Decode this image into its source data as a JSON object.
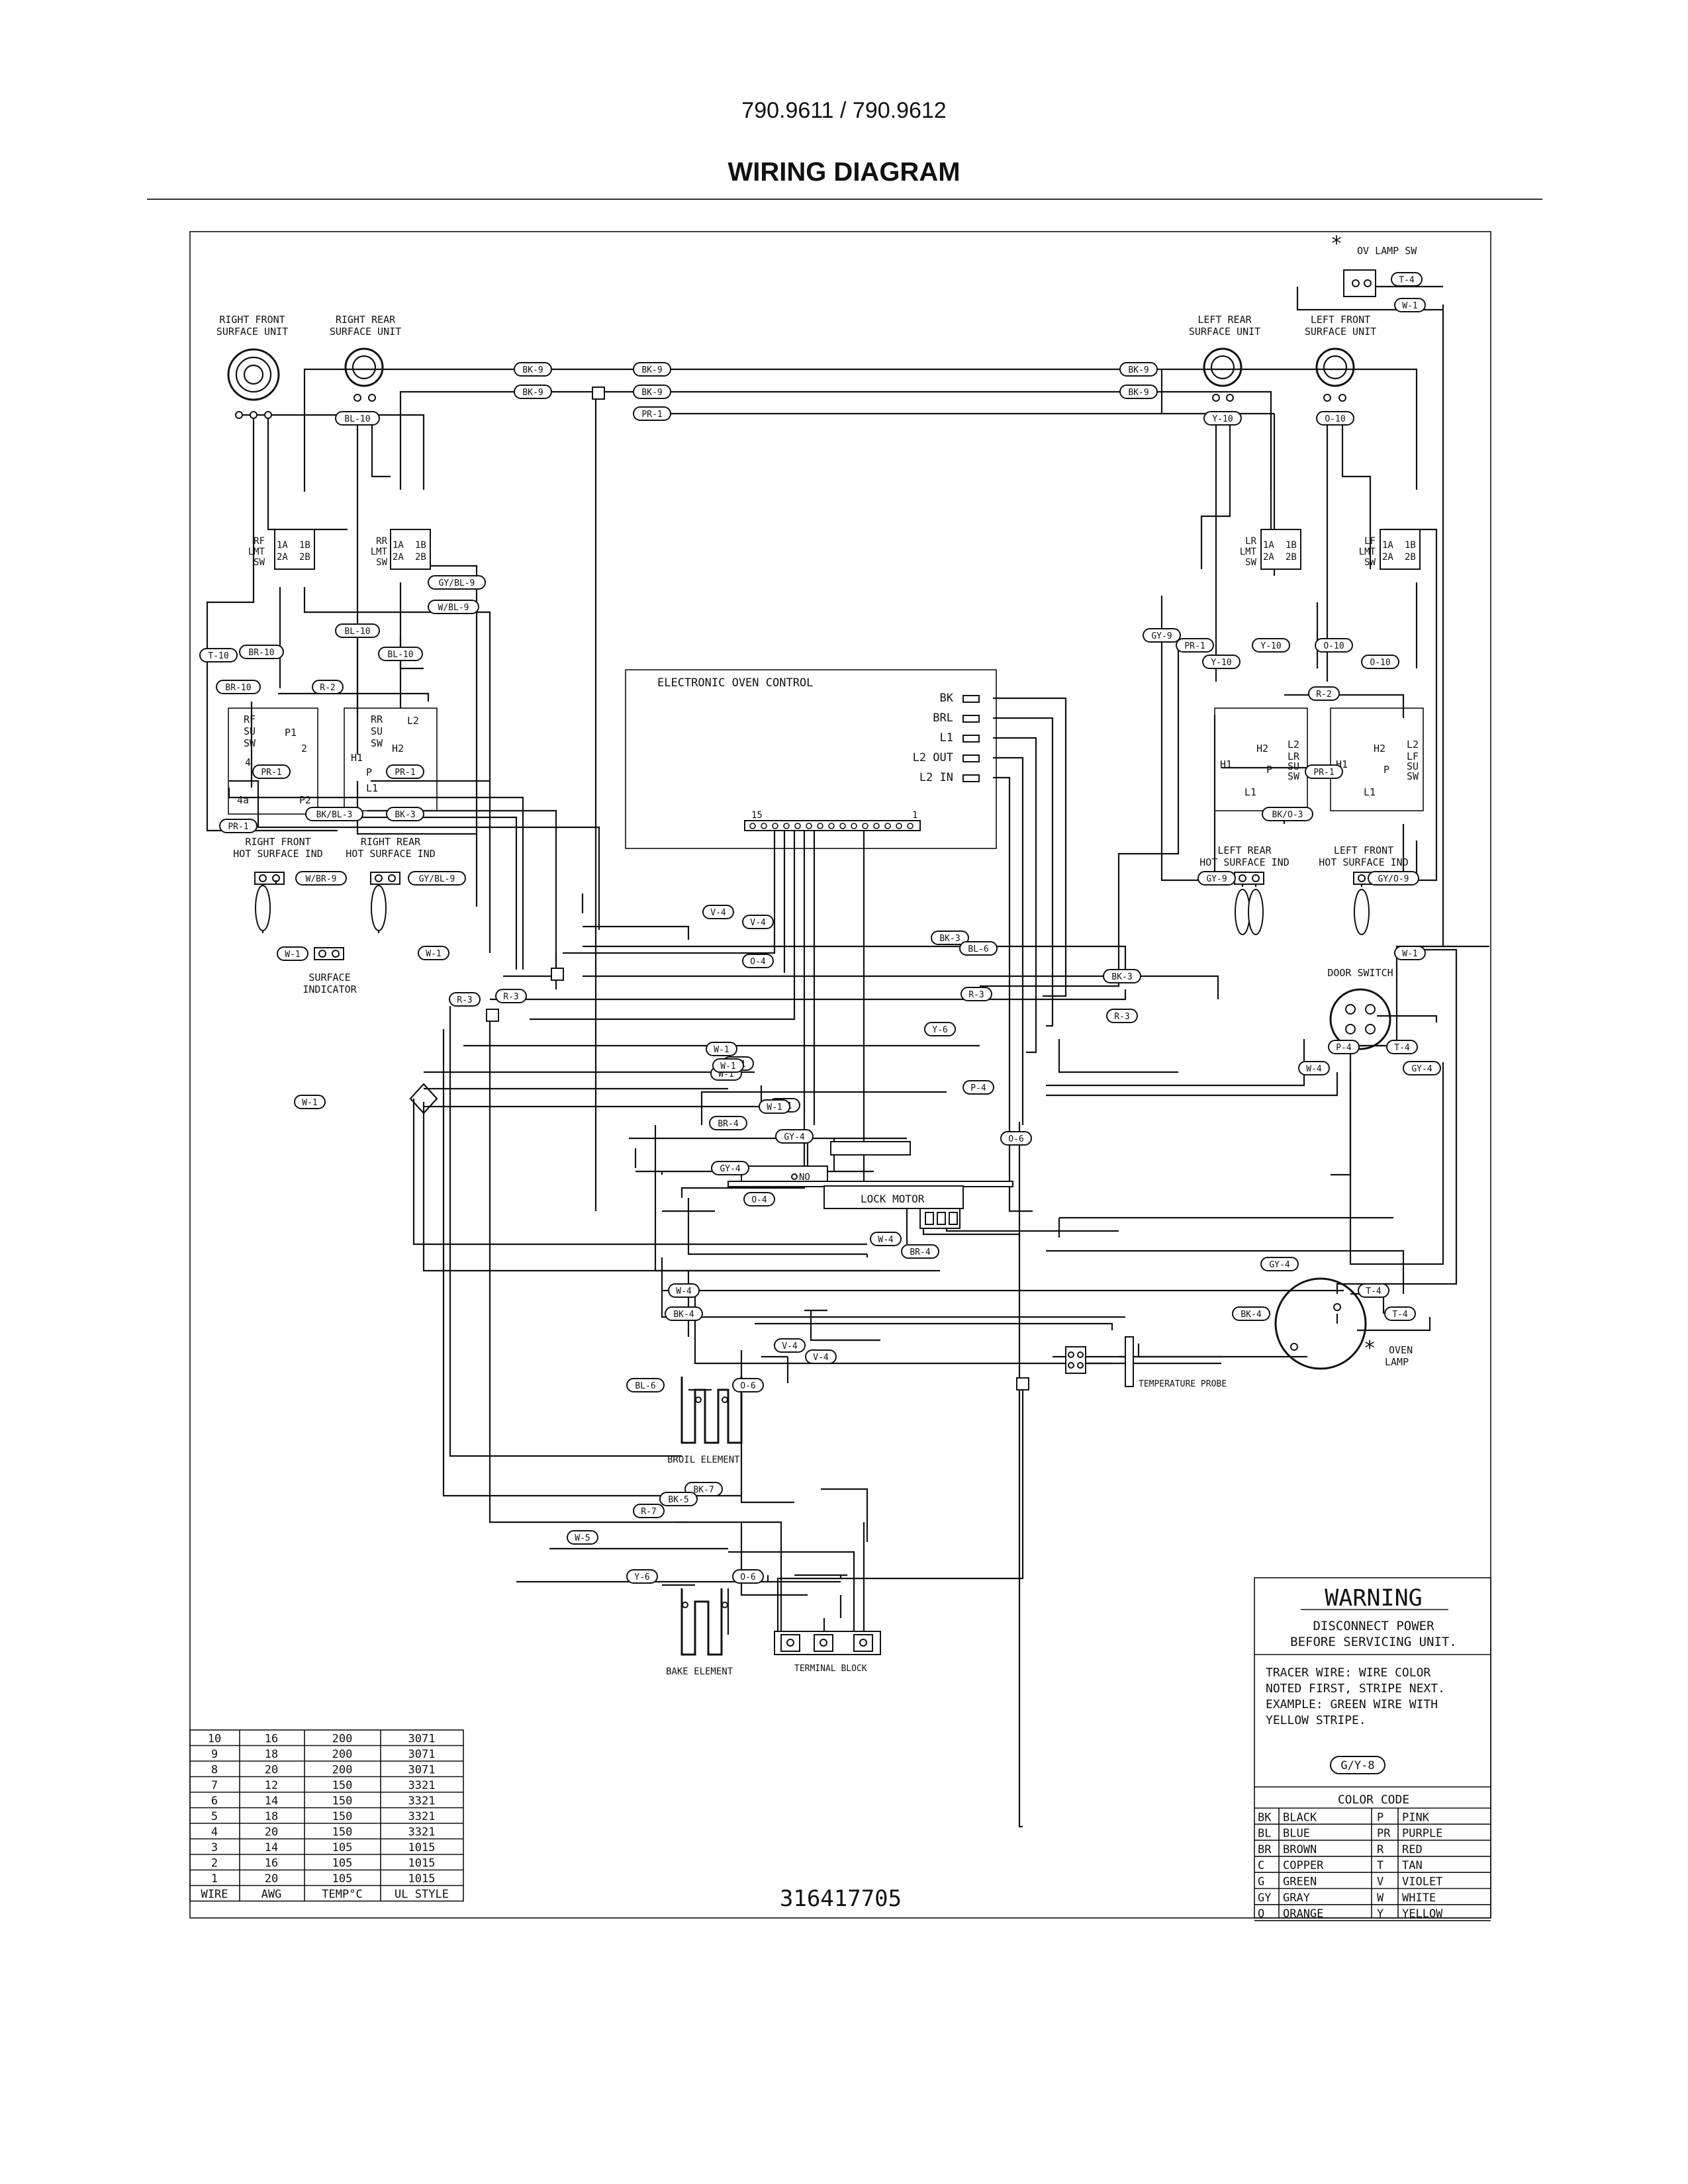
{
  "header": {
    "model": "790.9611 / 790.9612",
    "title": "WIRING DIAGRAM"
  },
  "components": {
    "ov_lamp_sw": "OV LAMP SW",
    "right_front_su": [
      "RIGHT FRONT",
      "SURFACE UNIT"
    ],
    "right_rear_su": [
      "RIGHT REAR",
      "SURFACE UNIT"
    ],
    "left_rear_su": [
      "LEFT REAR",
      "SURFACE UNIT"
    ],
    "left_front_su": [
      "LEFT FRONT",
      "SURFACE UNIT"
    ],
    "rf_lmt_sw": [
      "RF",
      "LMT",
      "SW"
    ],
    "rr_lmt_sw": [
      "RR",
      "LMT",
      "SW"
    ],
    "lr_lmt_sw": [
      "LR",
      "LMT",
      "SW"
    ],
    "lf_lmt_sw": [
      "LF",
      "LMT",
      "SW"
    ],
    "lmt_terms": [
      "1A",
      "2A",
      "1B",
      "2B"
    ],
    "rf_su_sw": [
      "RF",
      "SU",
      "SW"
    ],
    "rr_su_sw": [
      "RR",
      "SU",
      "SW"
    ],
    "lr_su_sw": [
      "LR",
      "SU",
      "SW"
    ],
    "lf_su_sw": [
      "LF",
      "SU",
      "SW"
    ],
    "su_terms": {
      "p1": "P1",
      "p2": "P2",
      "two": "2",
      "four": "4",
      "four_a": "4a",
      "h1": "H1",
      "h2": "H2",
      "l1": "L1",
      "l2": "L2",
      "p": "P"
    },
    "eoc_title": "ELECTRONIC OVEN CONTROL",
    "eoc_terms": [
      "BK",
      "BRL",
      "L1",
      "L2 OUT",
      "L2 IN"
    ],
    "eoc_pins": [
      "15",
      "1"
    ],
    "rf_ind": [
      "RIGHT FRONT",
      "HOT SURFACE IND"
    ],
    "rr_ind": [
      "RIGHT REAR",
      "HOT SURFACE IND"
    ],
    "lr_ind": [
      "LEFT REAR",
      "HOT SURFACE IND"
    ],
    "lf_ind": [
      "LEFT FRONT",
      "HOT SURFACE IND"
    ],
    "surface_indicator": [
      "SURFACE",
      "INDICATOR"
    ],
    "door_switch": "DOOR SWITCH",
    "lock_motor": "LOCK MOTOR",
    "lock_no": "NO",
    "temperature_probe": "TEMPERATURE PROBE",
    "broil_element": "BROIL ELEMENT",
    "bake_element": "BAKE ELEMENT",
    "terminal_block": "TERMINAL BLOCK",
    "oven_lamp": [
      "OVEN",
      "LAMP"
    ]
  },
  "wire_tags": [
    "T-4",
    "W-1",
    "BL-10",
    "Y-10",
    "O-10",
    "BK-9",
    "BK-9",
    "BK-9",
    "BK-9",
    "BK-9",
    "BK-9",
    "PR-1",
    "GY/BL-9",
    "W/BL-9",
    "GY-9",
    "PR-1",
    "Y-10",
    "O-10",
    "Y-10",
    "O-10",
    "T-10",
    "BR-10",
    "BL-10",
    "BL-10",
    "BR-10",
    "R-2",
    "R-2",
    "PR-1",
    "PR-1",
    "PR-1",
    "BK/BL-3",
    "BK-3",
    "PR-1",
    "BK/O-3",
    "W/BR-9",
    "GY/BL-9",
    "GY-9",
    "GY/O-9",
    "W-1",
    "W-1",
    "W-1",
    "W-1",
    "W-1",
    "W-1",
    "V-4",
    "V-4",
    "BK-3",
    "BL-6",
    "O-4",
    "BK-3",
    "R-3",
    "R-3",
    "R-3",
    "R-3",
    "W-1",
    "Y-6",
    "W-4",
    "T-4",
    "P-4",
    "GY-4",
    "W-1",
    "W-1",
    "P-4",
    "W-1",
    "BR-4",
    "GY-4",
    "O-6",
    "GY-4",
    "O-4",
    "W-4",
    "BR-4",
    "GY-4",
    "W-4",
    "T-4",
    "BK-4",
    "BK-4",
    "T-4",
    "V-4",
    "V-4",
    "BL-6",
    "O-6",
    "BK-7",
    "BK-5",
    "R-7",
    "W-5",
    "Y-6",
    "O-6"
  ],
  "warning": {
    "heading": "WARNING",
    "line1": "DISCONNECT POWER",
    "line2": "BEFORE SERVICING UNIT.",
    "tracer": [
      "TRACER WIRE:   WIRE COLOR",
      "NOTED FIRST, STRIPE NEXT.",
      "EXAMPLE:   GREEN WIRE WITH",
      "YELLOW STRIPE."
    ],
    "example_tag": "G/Y-8"
  },
  "color_code": {
    "title": "COLOR CODE",
    "rows": [
      [
        "BK",
        "BLACK",
        "P",
        "PINK"
      ],
      [
        "BL",
        "BLUE",
        "PR",
        "PURPLE"
      ],
      [
        "BR",
        "BROWN",
        "R",
        "RED"
      ],
      [
        "C",
        "COPPER",
        "T",
        "TAN"
      ],
      [
        "G",
        "GREEN",
        "V",
        "VIOLET"
      ],
      [
        "GY",
        "GRAY",
        "W",
        "WHITE"
      ],
      [
        "O",
        "ORANGE",
        "Y",
        "YELLOW"
      ]
    ]
  },
  "wire_table": {
    "headers": [
      "WIRE",
      "AWG",
      "TEMP°C",
      "UL STYLE"
    ],
    "rows": [
      [
        "10",
        "16",
        "200",
        "3071"
      ],
      [
        "9",
        "18",
        "200",
        "3071"
      ],
      [
        "8",
        "20",
        "200",
        "3071"
      ],
      [
        "7",
        "12",
        "150",
        "3321"
      ],
      [
        "6",
        "14",
        "150",
        "3321"
      ],
      [
        "5",
        "18",
        "150",
        "3321"
      ],
      [
        "4",
        "20",
        "150",
        "3321"
      ],
      [
        "3",
        "14",
        "105",
        "1015"
      ],
      [
        "2",
        "16",
        "105",
        "1015"
      ],
      [
        "1",
        "20",
        "105",
        "1015"
      ]
    ]
  },
  "part_number": "316417705"
}
